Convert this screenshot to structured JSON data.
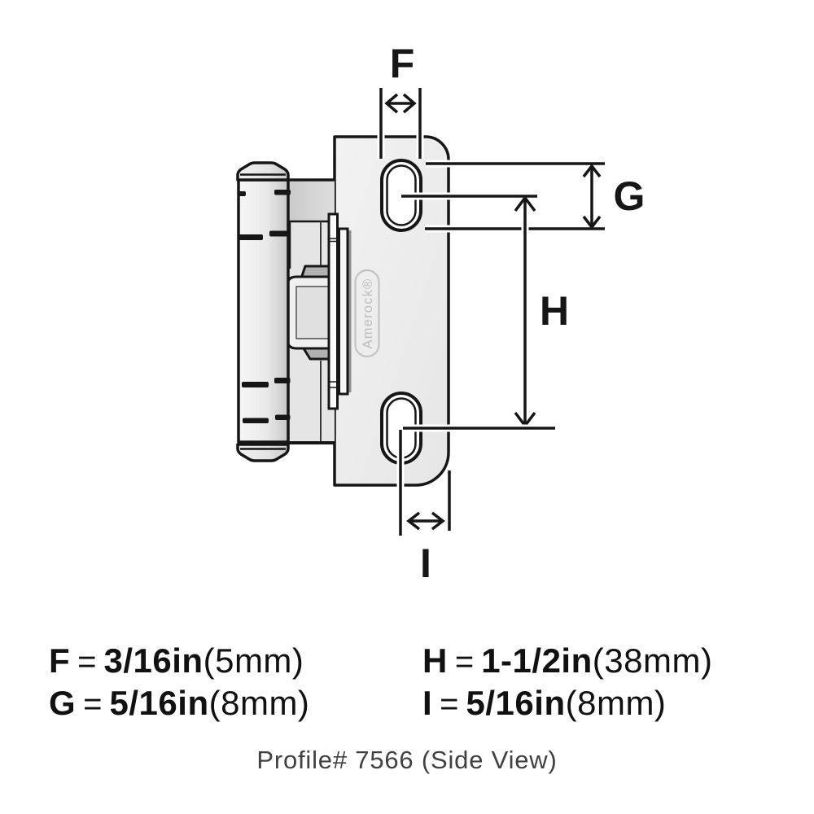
{
  "diagram": {
    "dim_labels": {
      "f": "F",
      "g": "G",
      "h": "H",
      "i": "I"
    },
    "brand_badge": "Amerock®"
  },
  "legend": {
    "items": [
      {
        "letter": "F",
        "eq": "=",
        "value": "3/16in",
        "metric": "(5mm)"
      },
      {
        "letter": "G",
        "eq": "=",
        "value": "5/16in",
        "metric": "(8mm)"
      },
      {
        "letter": "H",
        "eq": "=",
        "value": "1-1/2in",
        "metric": "(38mm)"
      },
      {
        "letter": "I",
        "eq": "=",
        "value": "5/16in",
        "metric": "(8mm)"
      }
    ]
  },
  "footer": {
    "text": "Profile# 7566 (Side View)"
  },
  "colors": {
    "line": "#161616",
    "plate_fill": "#ededed",
    "badge_gray": "#c3c3c3",
    "footer_text": "#414141"
  }
}
